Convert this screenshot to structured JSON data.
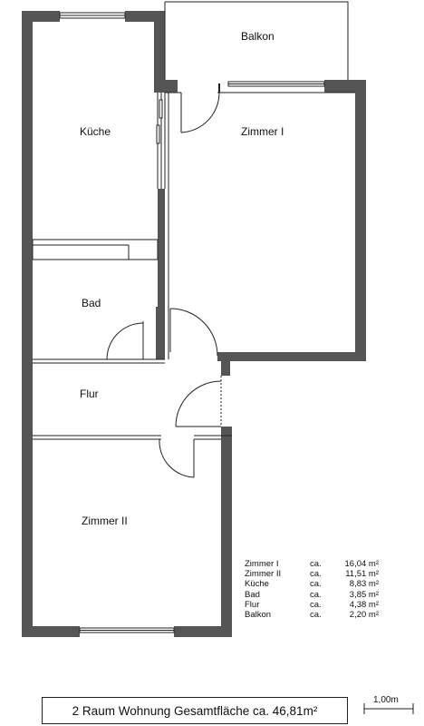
{
  "rooms": {
    "balkon": "Balkon",
    "kueche": "Küche",
    "zimmer1": "Zimmer I",
    "bad": "Bad",
    "flur": "Flur",
    "zimmer2": "Zimmer II"
  },
  "areas": [
    {
      "name": "Zimmer I",
      "ca": "ca.",
      "value": "16,04 m²"
    },
    {
      "name": "Zimmer II",
      "ca": "ca.",
      "value": "11,51 m²"
    },
    {
      "name": "Küche",
      "ca": "ca.",
      "value": "8,83 m²"
    },
    {
      "name": "Bad",
      "ca": "ca.",
      "value": "3,85 m²"
    },
    {
      "name": "Flur",
      "ca": "ca.",
      "value": "4,38 m²"
    },
    {
      "name": "Balkon",
      "ca": "ca.",
      "value": "2,20 m²"
    }
  ],
  "title": "2 Raum Wohnung  Gesamtfläche ca. 46,81m²",
  "scale": "1,00m",
  "colors": {
    "wall": "#555555",
    "line": "#222222"
  }
}
